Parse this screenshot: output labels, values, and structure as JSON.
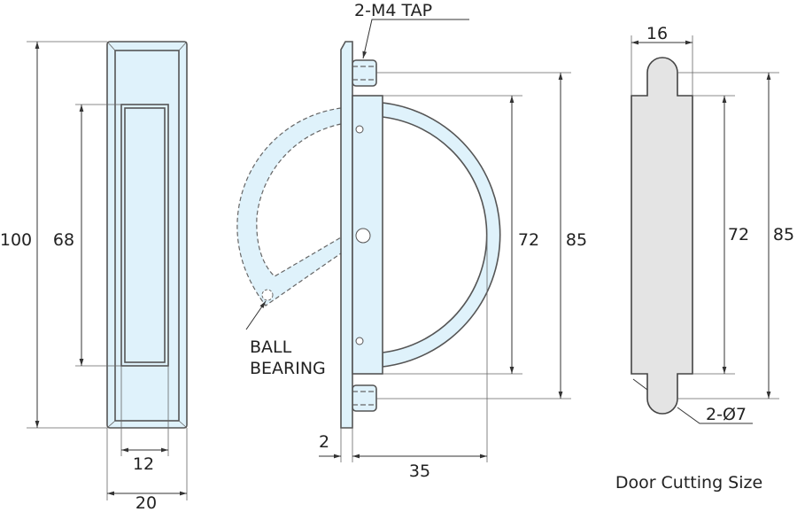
{
  "front_view": {
    "dim_height_total": "100",
    "dim_height_recess": "68",
    "dim_width_recess": "12",
    "dim_width_total": "20"
  },
  "side_view": {
    "tap_label": "2-M4 TAP",
    "bearing_label_line1": "BALL",
    "bearing_label_line2": "BEARING",
    "dim_72": "72",
    "dim_85": "85",
    "dim_plate": "2",
    "dim_depth": "35"
  },
  "cutout_view": {
    "dim_width": "16",
    "dim_72": "72",
    "dim_85": "85",
    "dim_holes": "2-Ø7",
    "caption": "Door Cutting Size"
  },
  "colors": {
    "part_fill": "#dff2fb",
    "cutout_fill": "#e4e4e4"
  }
}
